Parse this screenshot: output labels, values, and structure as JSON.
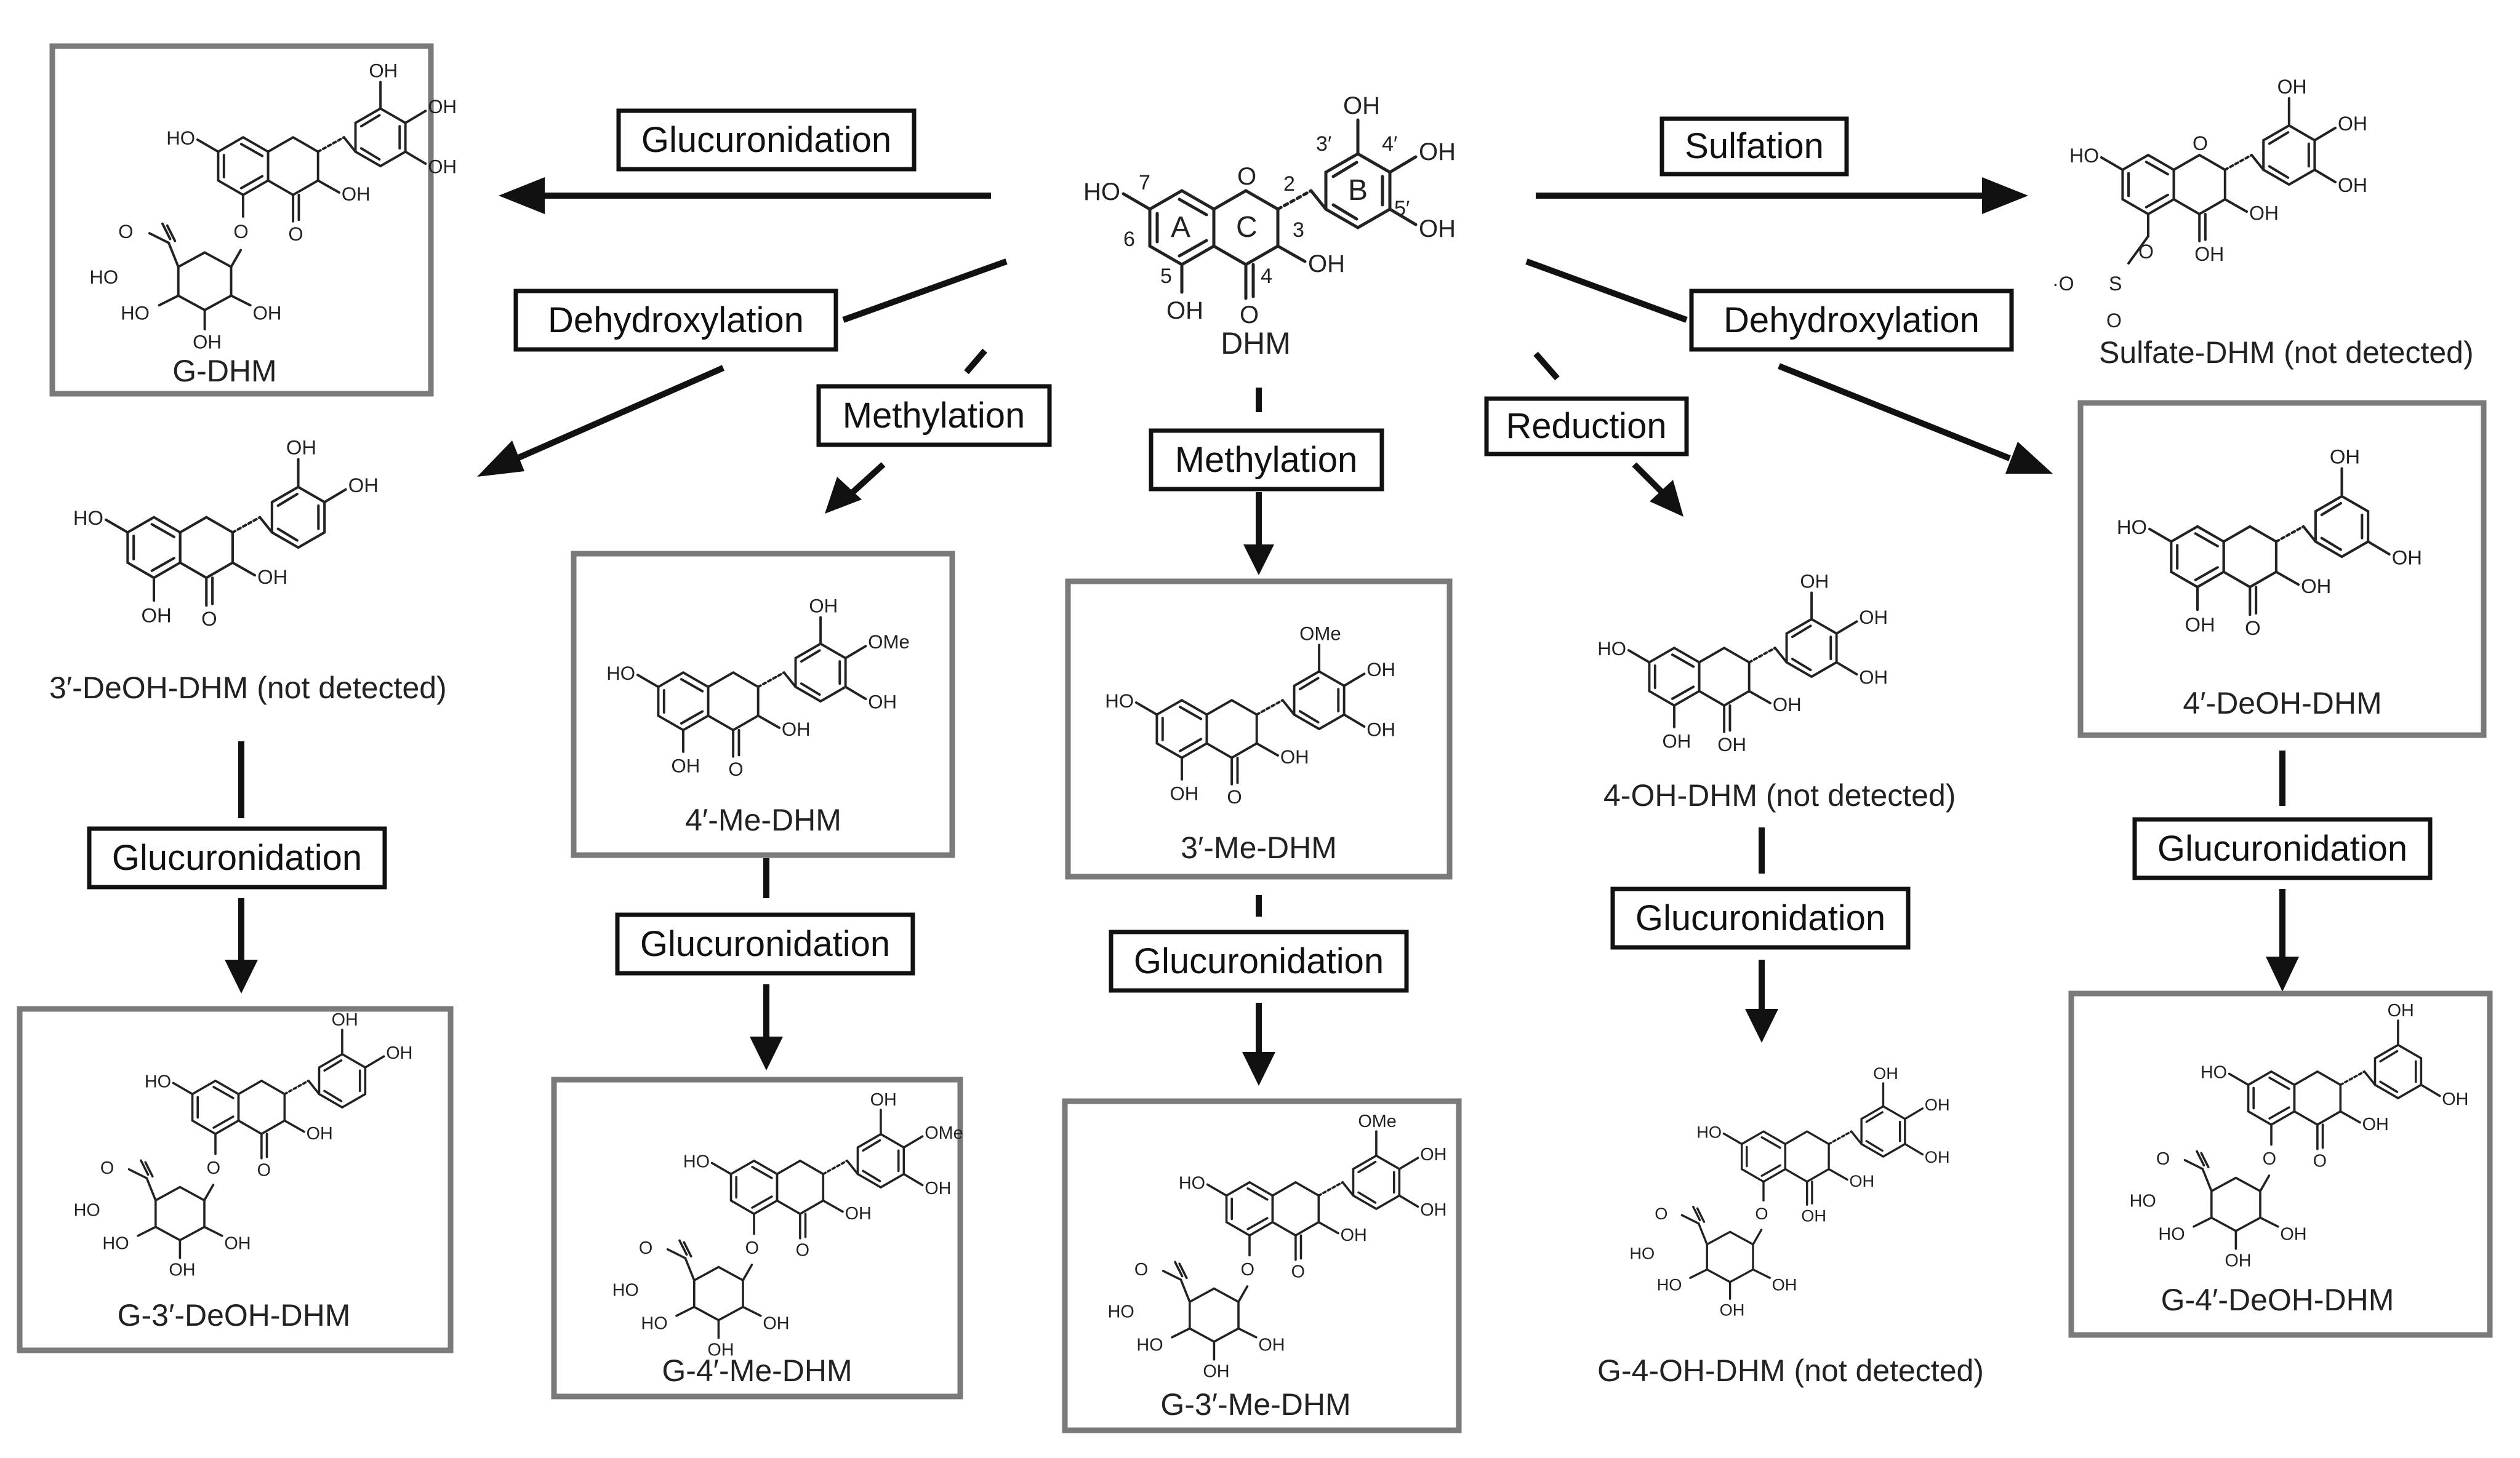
{
  "center": {
    "name": "DHM",
    "ring_letters": [
      "A",
      "C",
      "B"
    ],
    "position_numbers": [
      "7",
      "6",
      "5",
      "4",
      "3",
      "2",
      "3′",
      "4′",
      "5′"
    ]
  },
  "reactions": {
    "glucuronidation": "Glucuronidation",
    "sulfation": "Sulfation",
    "dehydroxylation": "Dehydroxylation",
    "methylation": "Methylation",
    "reduction": "Reduction"
  },
  "metabolites": {
    "g_dhm": "G-DHM",
    "sulfate_dhm": "Sulfate-DHM",
    "deoh3_dhm": "3′-DeOH-DHM",
    "me4_dhm": "4′-Me-DHM",
    "me3_dhm": "3′-Me-DHM",
    "oh4_dhm": "4-OH-DHM",
    "deoh4_dhm": "4′-DeOH-DHM",
    "g_deoh3_dhm": "G-3′-DeOH-DHM",
    "g_me4_dhm": "G-4′-Me-DHM",
    "g_me3_dhm": "G-3′-Me-DHM",
    "g_oh4_dhm": "G-4-OH-DHM",
    "g_deoh4_dhm": "G-4′-DeOH-DHM"
  },
  "notes": {
    "not_detected": "(not detected)"
  },
  "atoms": {
    "oh": "OH",
    "ho": "HO",
    "o": "O",
    "ome": "OMe",
    "s": "S",
    "o_minus": "·O",
    "o_eq": "O="
  }
}
